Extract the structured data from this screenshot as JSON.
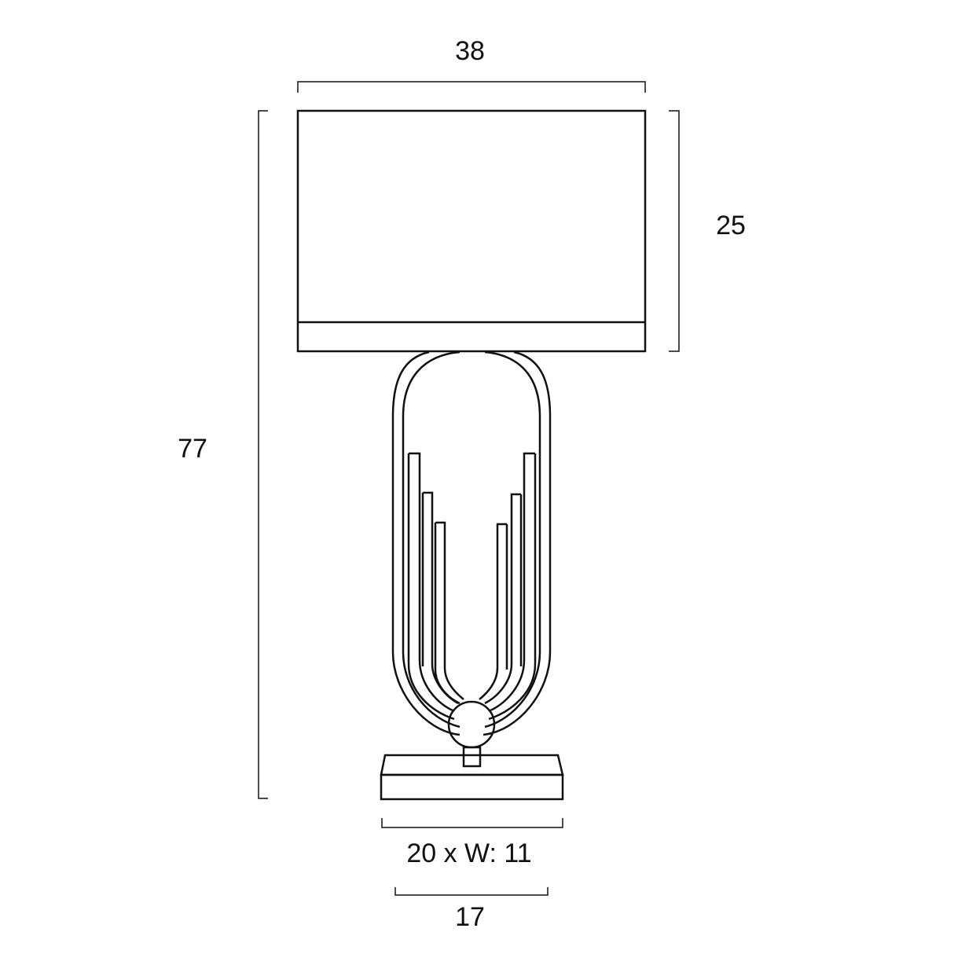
{
  "drawing": {
    "subject": "table lamp dimension drawing",
    "stroke_color": "#111111",
    "background": "#ffffff"
  },
  "dimensions": {
    "shade_width": "38",
    "shade_height": "25",
    "total_height": "77",
    "base_size": "20 x W: 11",
    "frame_width": "17"
  }
}
